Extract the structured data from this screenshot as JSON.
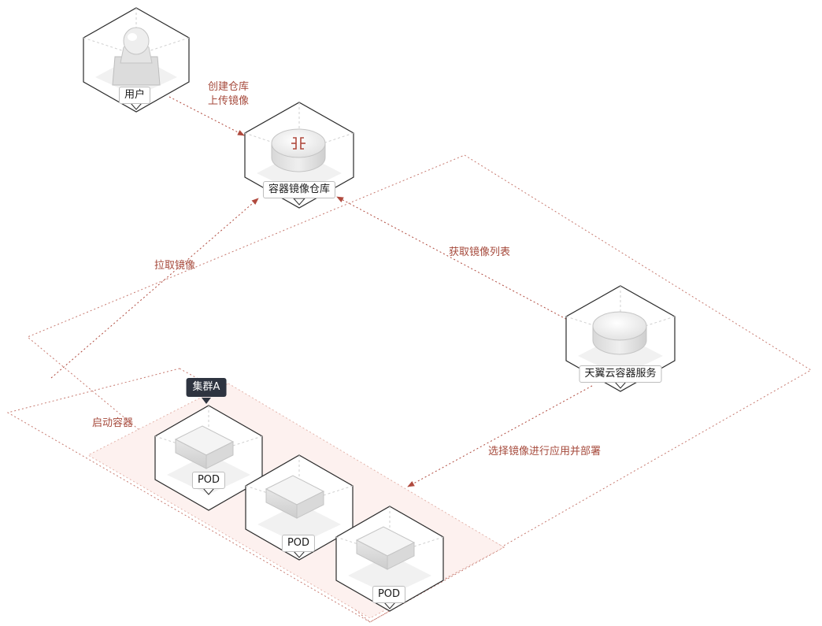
{
  "nodes": {
    "user": {
      "label": "用户",
      "icon": "user-icon"
    },
    "registry": {
      "label": "容器镜像仓库",
      "icon": "registry-icon"
    },
    "service": {
      "label": "天翼云容器服务",
      "icon": "container-service-icon"
    },
    "pod1": {
      "label": "POD",
      "icon": "pod-icon"
    },
    "pod2": {
      "label": "POD",
      "icon": "pod-icon"
    },
    "pod3": {
      "label": "POD",
      "icon": "pod-icon"
    }
  },
  "cluster": {
    "label": "集群A"
  },
  "edges": {
    "user_to_registry": {
      "line1": "创建仓库",
      "line2": "上传镜像"
    },
    "registry_to_cluster": {
      "label": "拉取镜像"
    },
    "service_to_registry": {
      "label": "获取镜像列表"
    },
    "service_to_cluster": {
      "label": "选择镜像进行应用并部署"
    },
    "start_container": {
      "label": "启动容器"
    }
  },
  "colors": {
    "edge": "#b04a3e",
    "cluster_fill": "#fdf1ef",
    "tag_bg": "#2e3440"
  }
}
